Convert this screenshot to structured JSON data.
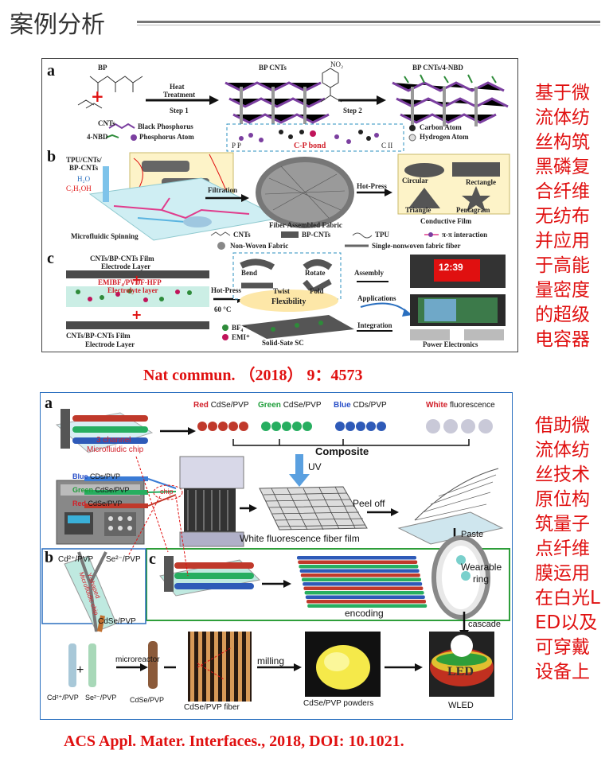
{
  "header": {
    "title": "案例分析"
  },
  "figure1": {
    "panel_a": {
      "letter": "a",
      "bp": "BP",
      "cnts": "CNTs",
      "heat1": "Heat",
      "heat2": "Treatment",
      "step1": "Step 1",
      "bp_cnts": "BP CNTs",
      "no2": "NO₂",
      "step2": "Step 2",
      "bp_cnts_nbd": "BP CNTs/4-NBD",
      "black_p": "Black Phosphorus",
      "p_atom": "Phosphorus Atom",
      "nbd": "4-NBD",
      "carbon": "Carbon Atom",
      "hydrogen": "Hydrogen Atom",
      "cp_bond": "C-P bond",
      "pp": "P P",
      "cii": "C II"
    },
    "panel_b": {
      "letter": "b",
      "tpu": "TPU/CNTs/",
      "bpcnts": "BP-CNTs",
      "h2o": "H₂O",
      "c2h5oh": "C₂H₅OH",
      "filtration": "Filtration",
      "hotpress": "Hot-Press",
      "fabric": "Fiber Assembled Fabric",
      "conductive": "Conductive Film",
      "circular": "Circular",
      "rectangle": "Rectangle",
      "triangle": "Triangle",
      "pentagram": "Pentagram",
      "spinning": "Microfluidic Spinning",
      "cnts": "CNTs",
      "bp_cnts": "BP-CNTs",
      "tpu_leg": "TPU",
      "pi": "π-π interaction",
      "nonwoven": "Non-Woven Fabric",
      "single": "Single-nonwoven fabric fiber"
    },
    "panel_c": {
      "letter": "c",
      "film1": "CNTs/BP-CNTs Film",
      "electrode1": "Electrode Layer",
      "electrolyte1": "EMIBF₄/PVDF-HFP",
      "electrolyte2": "Electrolyte layer",
      "film2": "CNTs/BP-CNTs Film",
      "electrode2": "Electrode Layer",
      "hotpress": "Hot-Press",
      "temp": "60 °C",
      "bf4": "BF₄⁻",
      "emi": "EMI⁺",
      "bend": "Bend",
      "rotate": "Rotate",
      "twist": "Twist",
      "fold": "Fold",
      "flexibility": "Flexibility",
      "assembly": "Assembly",
      "applications": "Applications",
      "integration": "Integration",
      "solid": "Solid-Sate SC",
      "power": "Power Electronics",
      "clock": "12:39"
    },
    "citation": "Nat commun. （2018） 9：4573"
  },
  "side1": "基于微流体纺丝构筑黑磷复合纤维无纺布并应用于高能量密度的超级电容器",
  "figure2": {
    "panel_a": {
      "letter": "a",
      "red": "Red",
      "red_rest": "CdSe/PVP",
      "green": "Green",
      "green_rest": "CdSe/PVP",
      "blue": "Blue",
      "blue_rest": "CDs/PVP",
      "white": "White",
      "white_rest": "fluorescence",
      "composite": "Composite",
      "channel1": "3 channel",
      "channel2": "Microfluidic chip",
      "uv": "UV",
      "pump_blue": "Blue",
      "pump_blue_rest": "CDs/PVP",
      "pump_green": "Green",
      "pump_green_rest": "CdSe/PVP",
      "pump_red": "Red",
      "pump_red_rest": "CdSe/PVP",
      "chip": "chip",
      "peel": "Peel off",
      "film": "White fluorescence fiber film",
      "paste": "Paste",
      "wearable": "Wearable",
      "ring": "ring",
      "cascade": "cascade"
    },
    "panel_b": {
      "letter": "b",
      "cd": "Cd²⁺/PVP",
      "se": "Se²⁻/PVP",
      "y1": "Y-shaped",
      "y2": "Microfluidic chip",
      "cdse": "CdSe/PVP",
      "cd2": "Cd²⁺/PVP",
      "se2": "Se²⁻/PVP",
      "microreactor": "microreactor",
      "cdse2": "CdSe/PVP",
      "milling": "milling",
      "fiber": "CdSe/PVP  fiber",
      "powders": "CdSe/PVP  powders",
      "wled": "WLED",
      "led": "LED"
    },
    "panel_c": {
      "letter": "c",
      "encoding": "encoding"
    },
    "citation": "ACS Appl. Mater. Interfaces., 2018, DOI: 10.1021."
  },
  "side2": "借助微流体纺丝技术原位构筑量子点纤维膜运用在白光LED以及可穿戴设备上",
  "colors": {
    "red_text": "#e01010",
    "purple": "#7b3fa0",
    "teal": "#8fd3d6",
    "green_border": "#2e9e3a",
    "blue_border": "#2a6fbf"
  }
}
